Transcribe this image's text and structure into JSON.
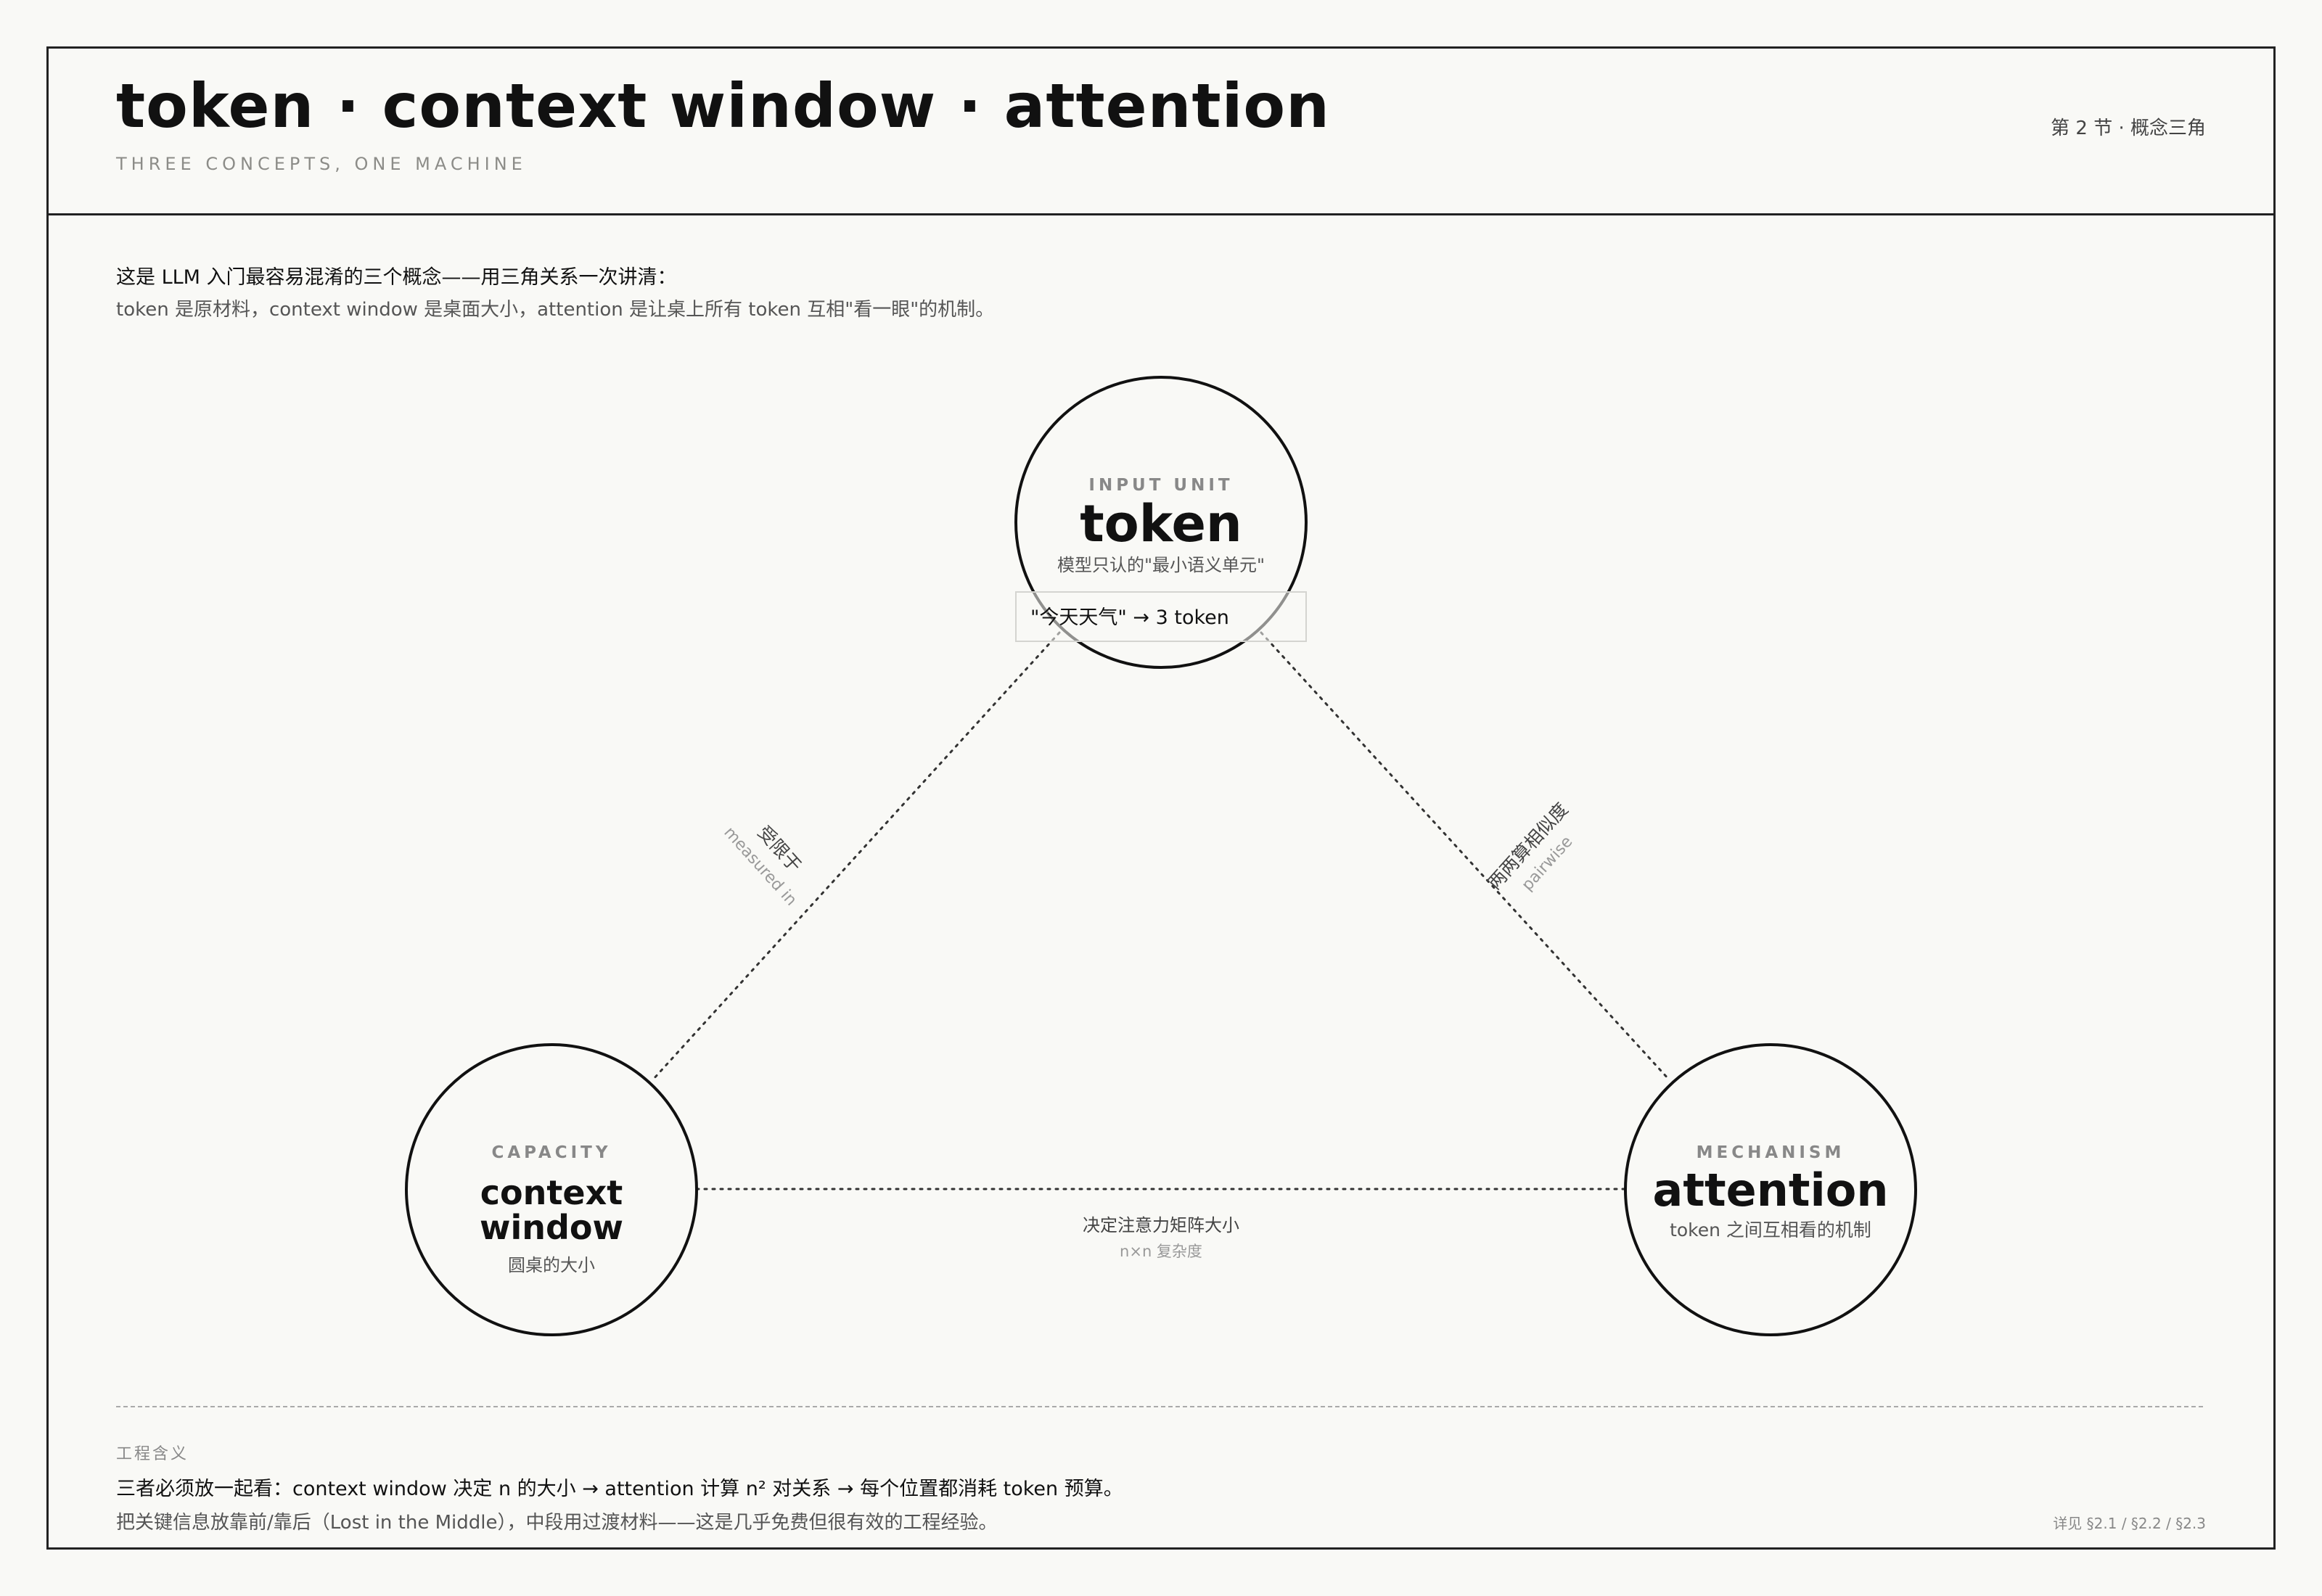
{
  "header": {
    "title": "token · context window · attention",
    "subtitle": "THREE CONCEPTS, ONE MACHINE",
    "section": "第 2 节 · 概念三角"
  },
  "intro": {
    "line1": "这是 LLM 入门最容易混淆的三个概念——用三角关系一次讲清：",
    "line2": "token 是原材料，context window 是桌面大小，attention 是让桌上所有 token 互相\"看一眼\"的机制。"
  },
  "nodes": {
    "token": {
      "kicker": "INPUT UNIT",
      "name": "token",
      "desc": "模型只认的\"最小语义单元\"",
      "example": "\"今天天气\" → 3 token"
    },
    "context": {
      "kicker": "CAPACITY",
      "name_line1": "context",
      "name_line2": "window",
      "desc": "圆桌的大小"
    },
    "attention": {
      "kicker": "MECHANISM",
      "name": "attention",
      "desc": "token 之间互相看的机制"
    }
  },
  "edges": {
    "token_context": {
      "label": "受限于",
      "sublabel": "measured in"
    },
    "token_attention": {
      "label": "两两算相似度",
      "sublabel": "pairwise"
    },
    "context_attention": {
      "label": "决定注意力矩阵大小",
      "sublabel": "n×n 复杂度"
    }
  },
  "footer": {
    "label": "工程含义",
    "line1": "三者必须放一起看：context window 决定 n 的大小 → attention 计算 n² 对关系 → 每个位置都消耗 token 预算。",
    "line2": "把关键信息放靠前/靠后（Lost in the Middle），中段用过渡材料——这是几乎免费但很有效的工程经验。",
    "ref": "详见 §2.1 / §2.2 / §2.3"
  },
  "colors": {
    "background": "#f9f9f6",
    "ink": "#111111",
    "muted": "#888888"
  }
}
